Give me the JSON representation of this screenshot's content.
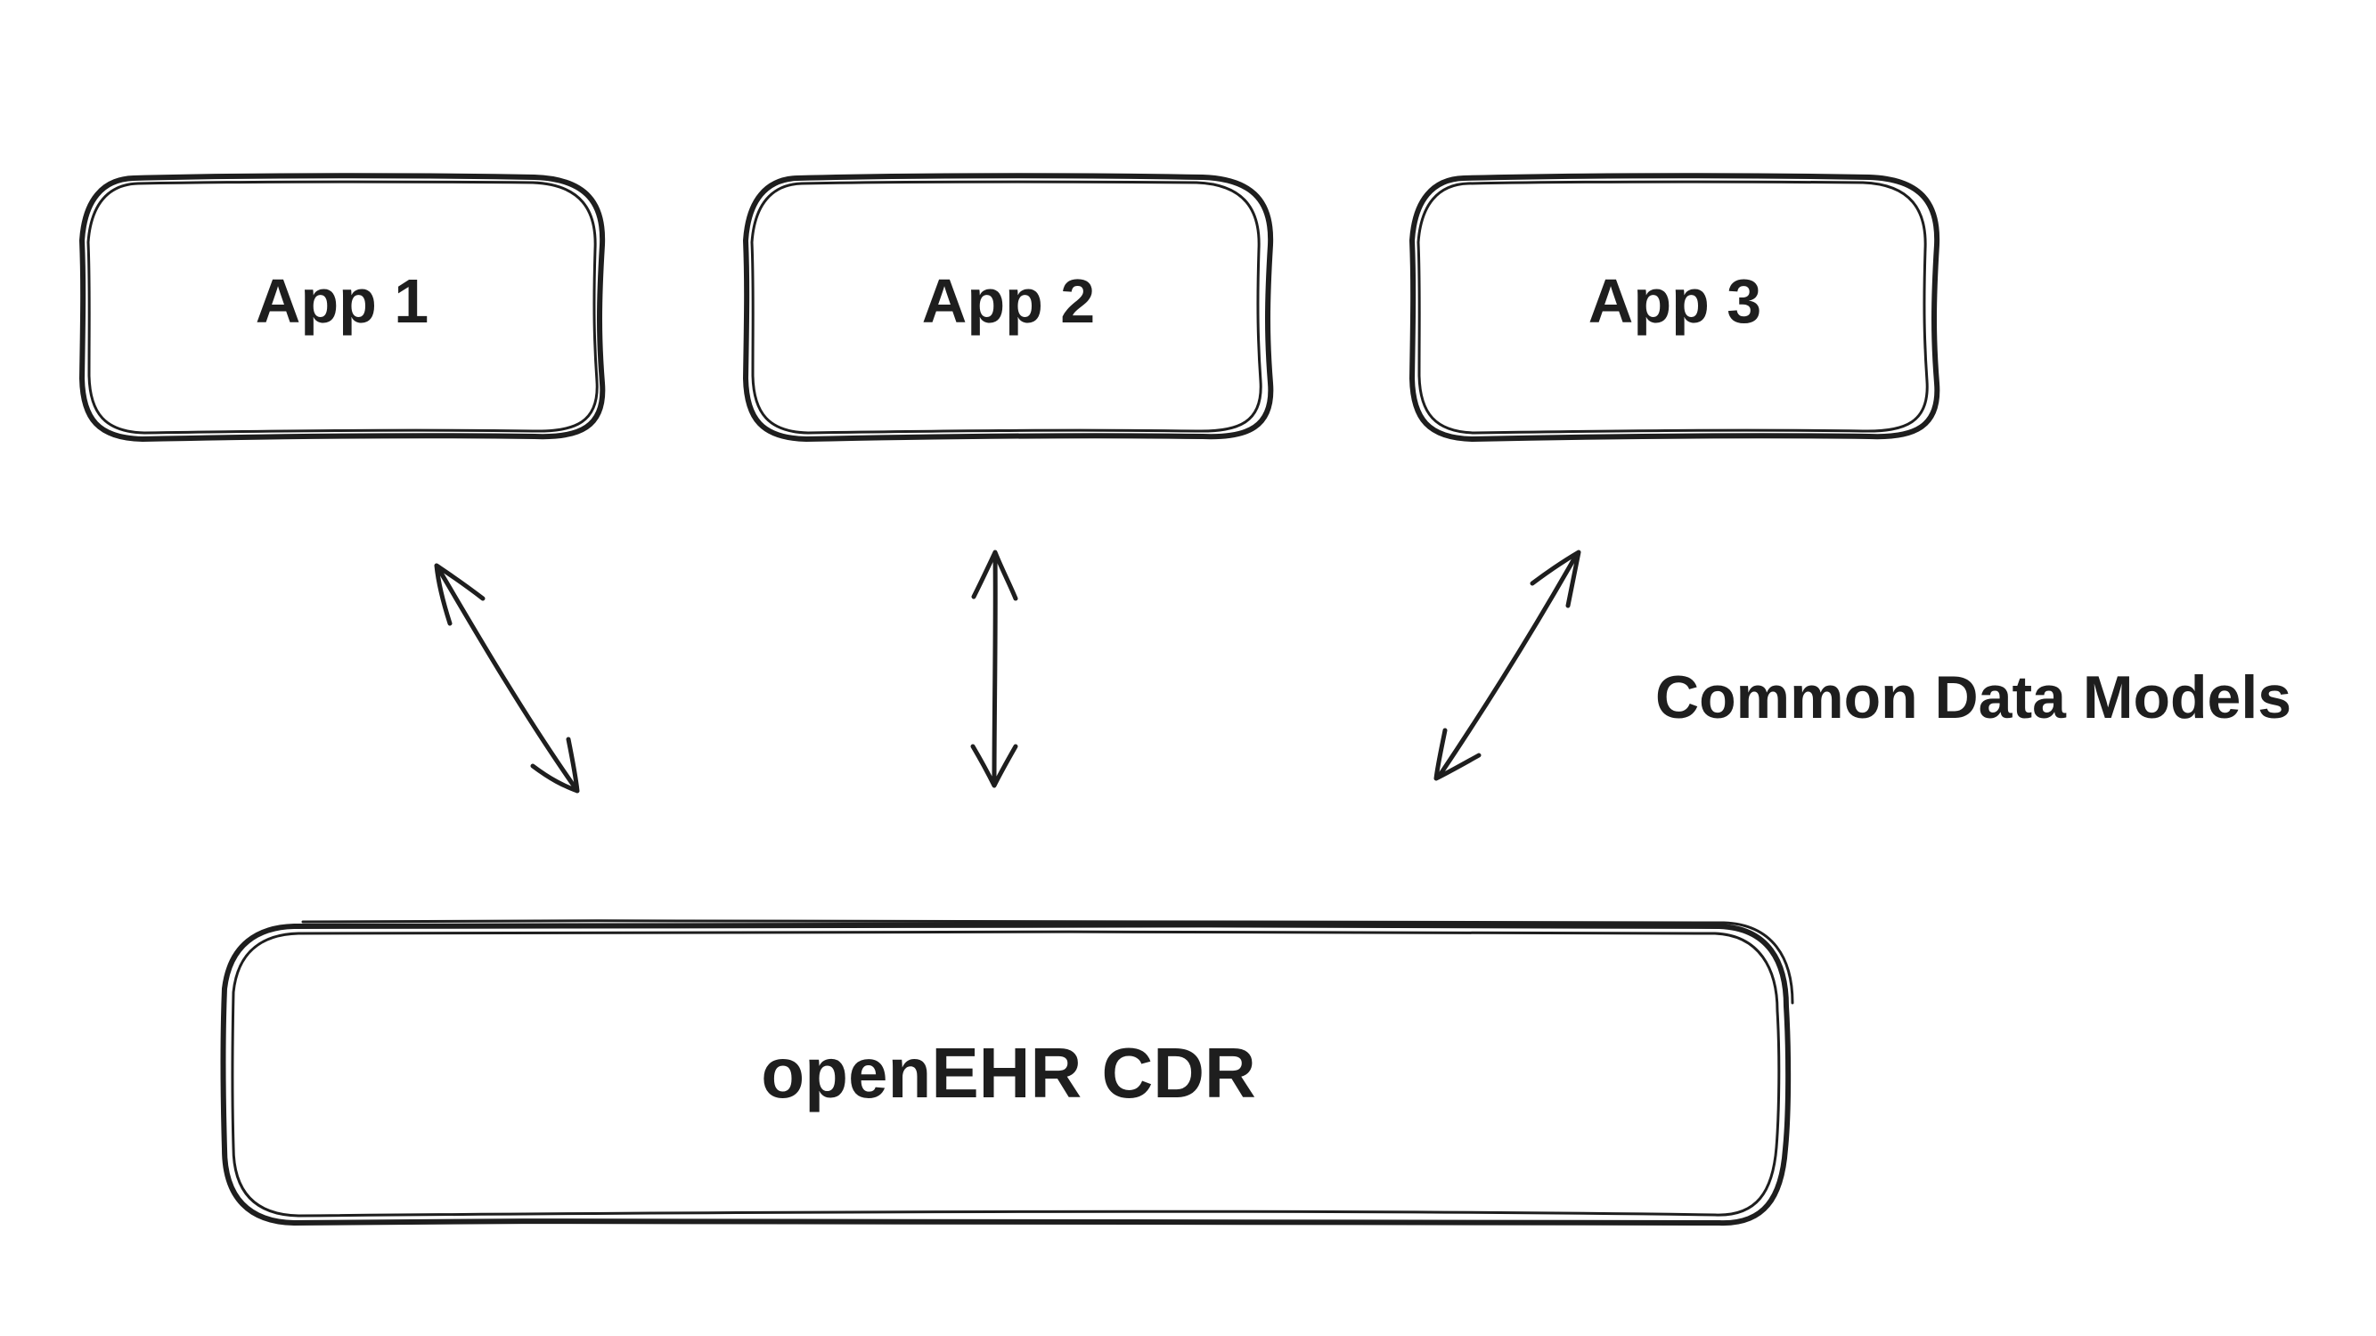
{
  "apps": [
    {
      "label": "App 1"
    },
    {
      "label": "App 2"
    },
    {
      "label": "App 3"
    }
  ],
  "cdr": {
    "label": "openEHR CDR"
  },
  "annotation": {
    "label": "Common Data Models"
  },
  "colors": {
    "stroke": "#1e1e1e",
    "background": "#ffffff"
  }
}
